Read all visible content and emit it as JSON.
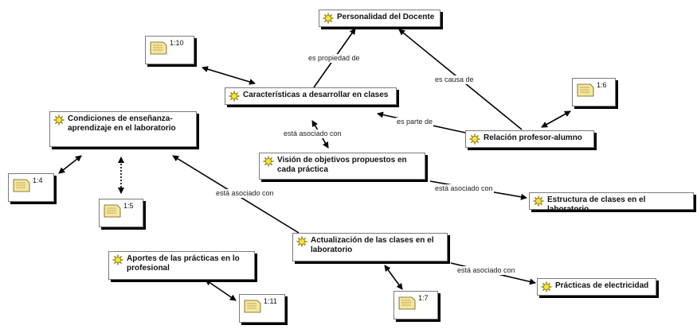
{
  "nodes": {
    "personalidad": "Personalidad del Docente",
    "caracteristicas": "Características a desarrollar en clases",
    "condiciones": "Condiciones de enseñanza-aprendizaje en el laboratorio",
    "relacion": "Relación profesor-alumno",
    "vision": "Visión de objetivos propuestos en cada práctica",
    "estructura": "Estructura de clases en el laboratorio",
    "actualizacion": "Actualización de las clases en el laboratorio",
    "aportes": "Aportes de las prácticas en lo profesional",
    "practicas": "Prácticas de electricidad"
  },
  "quotes": {
    "q110": "1:10",
    "q16": "1:6",
    "q14": "1:4",
    "q15": "1:5",
    "q111": "1:11",
    "q17": "1:7"
  },
  "edge_labels": {
    "es_propiedad_de": "es propiedad de",
    "es_causa_de": "es causa de",
    "es_parte_de": "es parte de",
    "esta_asociado_con_1": "está asociado con",
    "esta_asociado_con_2": "está asociado con",
    "esta_asociado_con_3": "está asociado con",
    "esta_asociado_con_4": "está asociado con"
  },
  "icons": {
    "node_icon": "sun-icon",
    "quote_icon": "document-icon"
  },
  "colors": {
    "sun_fill": "#f5e23a",
    "sun_stroke": "#8a7a00",
    "doc_fill": "#f3e7a0",
    "shadow": "#000000"
  }
}
